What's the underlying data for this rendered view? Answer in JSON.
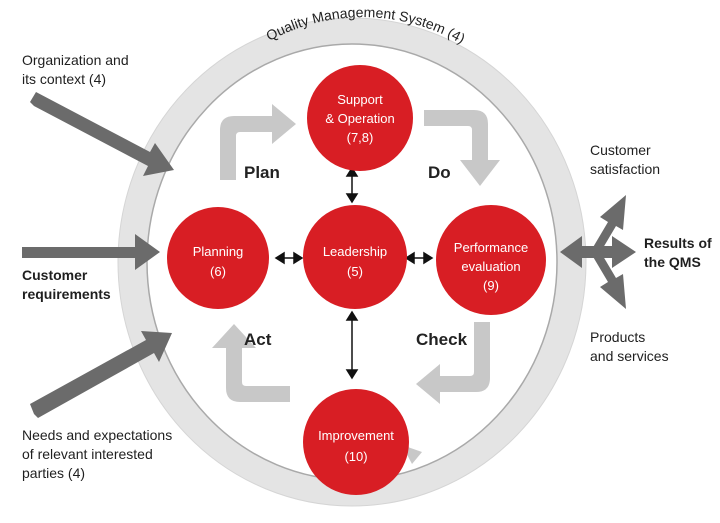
{
  "system": {
    "title": "Quality Management System (4)"
  },
  "nodes": {
    "support": {
      "line1": "Support",
      "line2": "& Operation",
      "line3": "(7,8)"
    },
    "planning": {
      "line1": "Planning",
      "line2": "(6)"
    },
    "leadership": {
      "line1": "Leadership",
      "line2": "(5)"
    },
    "performance": {
      "line1": "Performance",
      "line2": "evaluation",
      "line3": "(9)"
    },
    "improvement": {
      "line1": "Improvement",
      "line2": "(10)"
    }
  },
  "phases": {
    "plan": "Plan",
    "do": "Do",
    "check": "Check",
    "act": "Act"
  },
  "inputs": {
    "org_context": {
      "line1": "Organization and",
      "line2": "its context (4)"
    },
    "customer_requirements": {
      "line1": "Customer",
      "line2": "requirements"
    },
    "needs": {
      "line1": "Needs and expectations",
      "line2": "of relevant interested",
      "line3": "parties (4)"
    }
  },
  "outputs": {
    "customer_satisfaction": {
      "line1": "Customer",
      "line2": "satisfaction"
    },
    "results": {
      "line1": "Results of",
      "line2": "the QMS"
    },
    "products": {
      "line1": "Products",
      "line2": "and services"
    }
  },
  "colors": {
    "node": "#d81e24",
    "ring": "#e4e4e4",
    "cycle_arrow": "#c8c8c8",
    "input_arrow": "#6b6b6b"
  }
}
